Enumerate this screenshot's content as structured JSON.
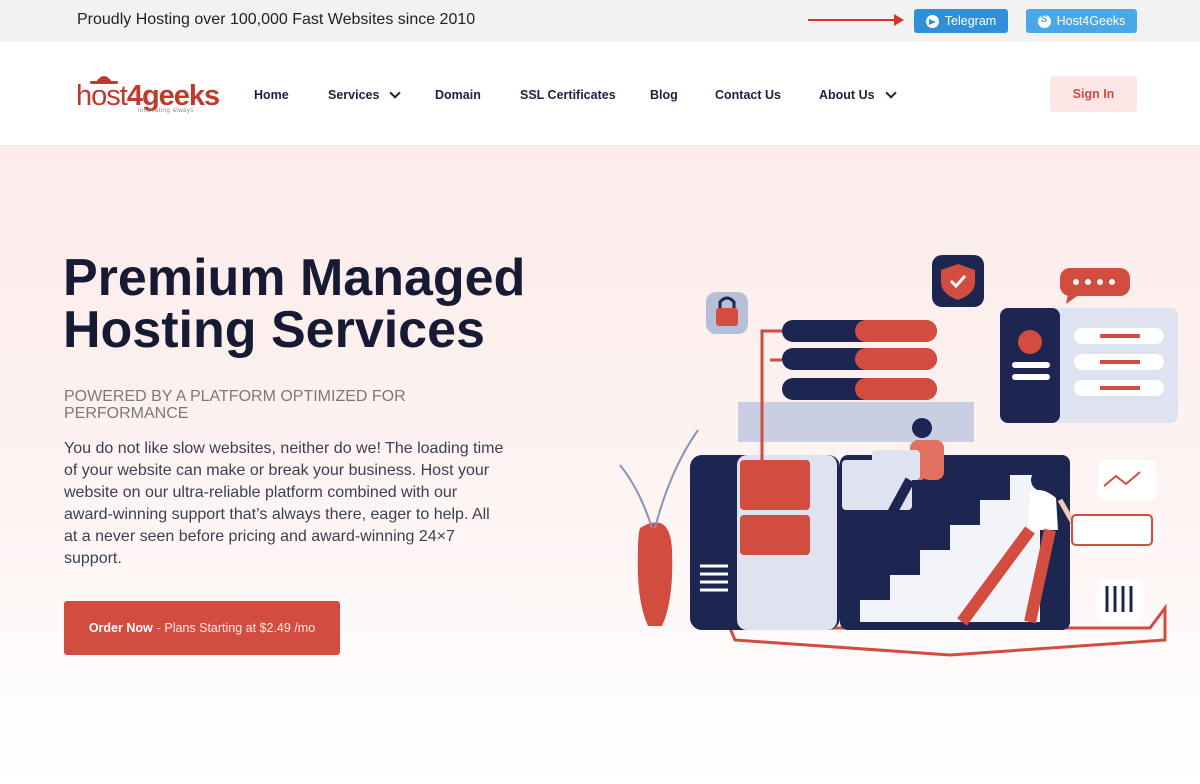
{
  "topbar": {
    "tagline": "Proudly Hosting over 100,000 Fast Websites since 2010",
    "telegram_label": "Telegram",
    "skype_label": "Host4Geeks"
  },
  "header": {
    "logo_text_1": "host",
    "logo_text_2": "4geeks",
    "logo_tagline": "innovating always",
    "nav": [
      "Home",
      "Services",
      "Domain",
      "SSL Certificates",
      "Blog",
      "Contact Us",
      "About Us"
    ],
    "signin_label": "Sign In"
  },
  "hero": {
    "title_line1": "Premium Managed",
    "title_line2": "Hosting Services",
    "subtitle": "POWERED BY A PLATFORM OPTIMIZED FOR PERFORMANCE",
    "description": "You do not like slow websites, neither do we! The loading time of your website can make or break your business. Host your website on our ultra-reliable platform combined with our award-winning support that’s always there, eager to help. All at a never seen before pricing and award-winning 24×7 support.",
    "cta_strong": "Order Now",
    "cta_rest": "- Plans Starting at $2.49 /mo"
  },
  "colors": {
    "accent": "#d24c40",
    "navy": "#1b2240",
    "telegram": "#2f8fd8",
    "skype": "#4aa8e8"
  },
  "icons": [
    "telegram-icon",
    "skype-icon",
    "chevron-down-icon",
    "lock-icon",
    "shield-icon",
    "chat-bubble-icon",
    "server-illustration"
  ]
}
